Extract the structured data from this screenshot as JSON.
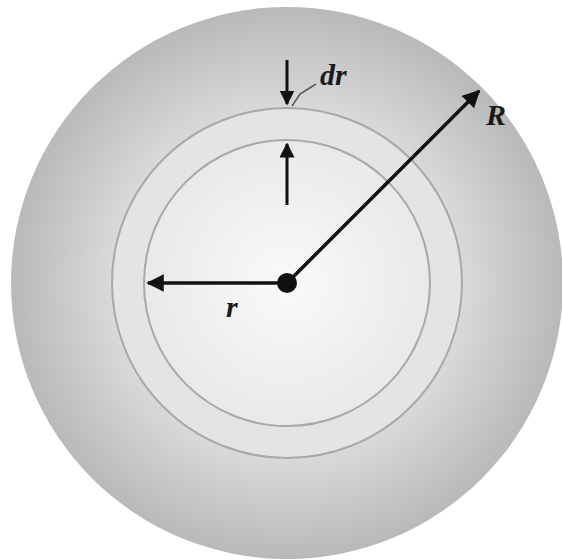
{
  "diagram": {
    "labels": [
      "dr",
      "R",
      "r"
    ]
  }
}
